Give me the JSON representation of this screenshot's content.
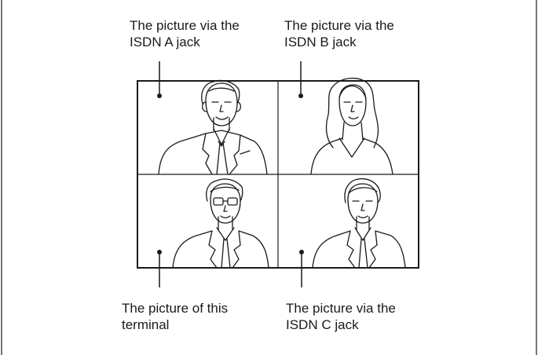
{
  "labels": {
    "isdn_a": "The picture via the\nISDN A jack",
    "isdn_b": "The picture via the\nISDN B jack",
    "this_terminal": "The picture of this\nterminal",
    "isdn_c": "The picture via the\nISDN C jack"
  },
  "colors": {
    "line": "#1a1a1a",
    "background": "#ffffff"
  }
}
